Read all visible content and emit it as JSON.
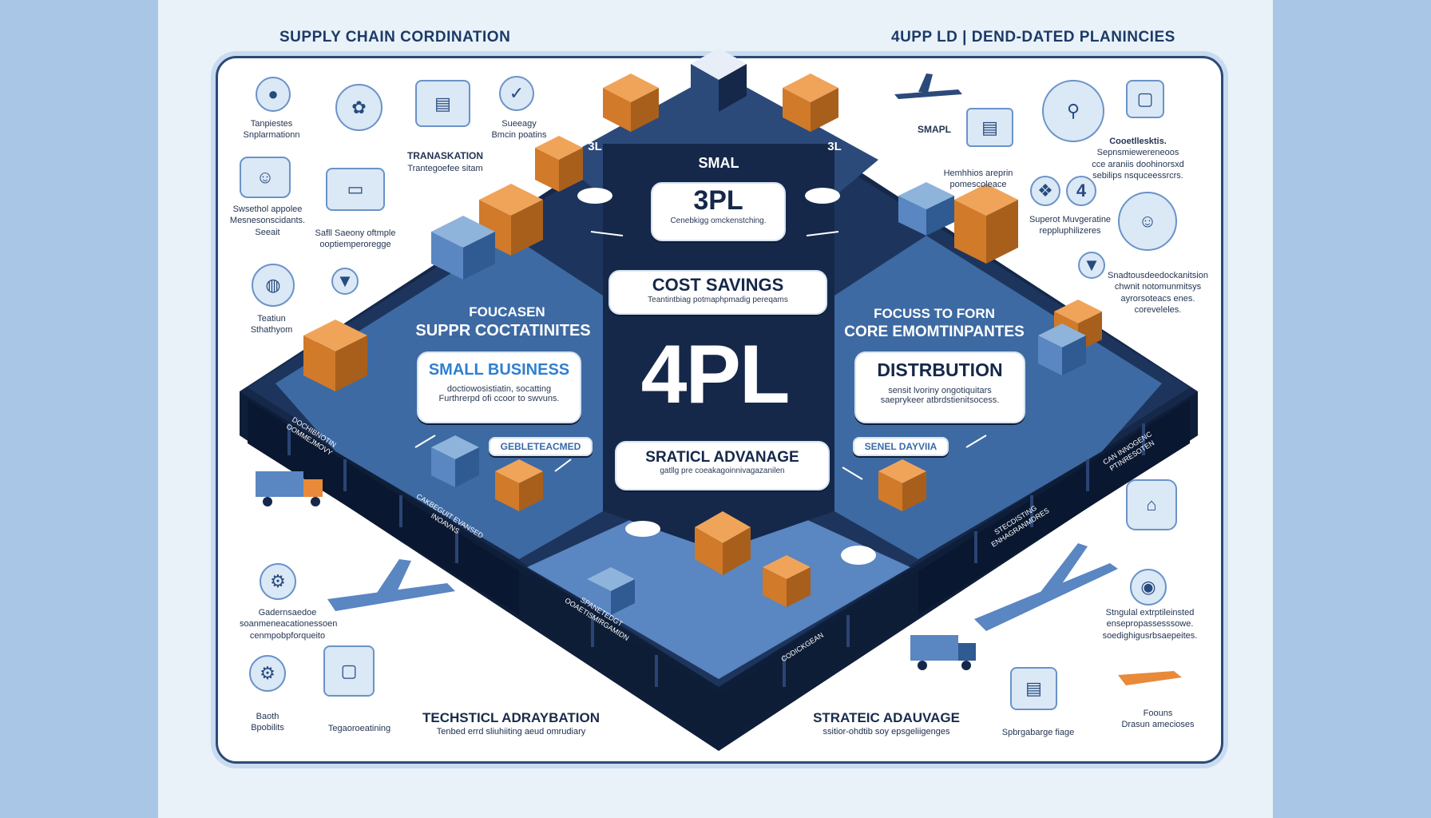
{
  "header": {
    "left_title": "SUPPLY CHAIN CORDINATION",
    "right_title": "4UPP LD | DEND-DATED PLANINCIES"
  },
  "center": {
    "top_small": "SMAL",
    "label_3pl_left": "3L",
    "label_3pl_right": "3L",
    "pill_3pl_title": "3PL",
    "pill_3pl_sub": "Cenebkigg omckenstching.",
    "pill_cost_title": "COST SAVINGS",
    "pill_cost_sub": "Teantintbiag potmaphpmadig pereqams",
    "main_title": "4PL",
    "pill_strat_title": "SRATICL ADVANAGE",
    "pill_strat_sub": "gatllg pre coeakagoinnivagazanilen",
    "left_block_title1": "FOUCASEN",
    "left_block_title2": "SUPPR COCTATINITES",
    "small_business_title": "SMALL BUSINESS",
    "small_business_l1": "doctiowosistiatin, socatting",
    "small_business_l2": "Furthrerpd ofi ccoor to swvuns.",
    "right_block_title1": "FOCUSS TO FORN",
    "right_block_title2": "CORE EMOMTINPANTES",
    "distribution_title": "DISTRBUTION",
    "distribution_l1": "sensit lvoriny ongotiquitars",
    "distribution_l2": "saeprykeer atbrdstienitsocess.",
    "tag_left": "GEBLETEACMED",
    "tag_right": "SENEL DAYVIIA",
    "side_bottom_left": "TECHSTICL ADRAYBATION",
    "side_bottom_left_sub": "Tenbed errd sliuhiiting aeud omrudiary",
    "side_bottom_right": "STRATEIC ADAUVAGE",
    "side_bottom_right_sub": "ssitior-ohdtib soy epsgeliigenges",
    "edge_left_1": "DOCHIBNOTIN OOMMEJMOVY",
    "edge_left_2": "CAKBEGUIT EVANSED INOAVNS",
    "edge_bottom_1": "SPANETEDGT OOAETISMIRGAMIDN",
    "edge_bottom_2": "CODICKGEAN",
    "edge_right_1": "CAN INNOGENC PTINRESOTEN",
    "edge_right_2": "STECDISTING ENHAGRANMDRES"
  },
  "left_items": [
    {
      "l1": "Tanpiestes",
      "l2": "Snplarmationn"
    },
    {
      "l1": "Swsethol appolee",
      "l2": "Mesnesonscidants.",
      "l3": "Seeait"
    },
    {
      "l1": "Teatiun",
      "l2": "Sthathyom"
    },
    {
      "l1": "Gadernsaedoe",
      "l2": "soanmeneacationessoen",
      "l3": "cenmpobpforqueito"
    },
    {
      "l1": "Baoth",
      "l2": "Bpobilits"
    },
    {
      "l1": "Tegaoroeatining"
    }
  ],
  "left_mid_items": [
    {
      "l1": "Sueeagy",
      "l2": "Bmcin poatins"
    },
    {
      "l1": "TRANASKATION",
      "l2": "Trantegoefee sitam"
    },
    {
      "l1": "Safll Saeony oftmple",
      "l2": "ooptiemperoregge"
    }
  ],
  "right_items": [
    {
      "l1": "SMAPL"
    },
    {
      "l1": "Hemhhios areprin",
      "l2": "pomescoleace"
    },
    {
      "l1": "Cooetllesktis.",
      "l2": "Sepnsmiewereneoos",
      "l3": "cce araniis doohinorsxd",
      "l4": "sebilips nsquceessrcrs."
    },
    {
      "l1": "Superot Muvgeratine",
      "l2": "reppluphilizeres"
    },
    {
      "l1": "Snadtousdeedockanitsion",
      "l2": "chwnit notomunmitsys",
      "l3": "ayrorsoteacs enes.",
      "l4": "coreveleles."
    },
    {
      "l1": "Stngulal extrptileinsted",
      "l2": "ensepropassesssowe.",
      "l3": "soedighigusrbsaepeites."
    },
    {
      "l1": "Spbrgabarge fiage"
    },
    {
      "l1": "Foouns",
      "l2": "Drasun amecioses"
    }
  ],
  "colors": {
    "navy": "#15284a",
    "mid_blue": "#3e6aa3",
    "light_blue": "#8fb4db",
    "orange": "#e88a3a",
    "accent_blue": "#2f7fd0"
  }
}
